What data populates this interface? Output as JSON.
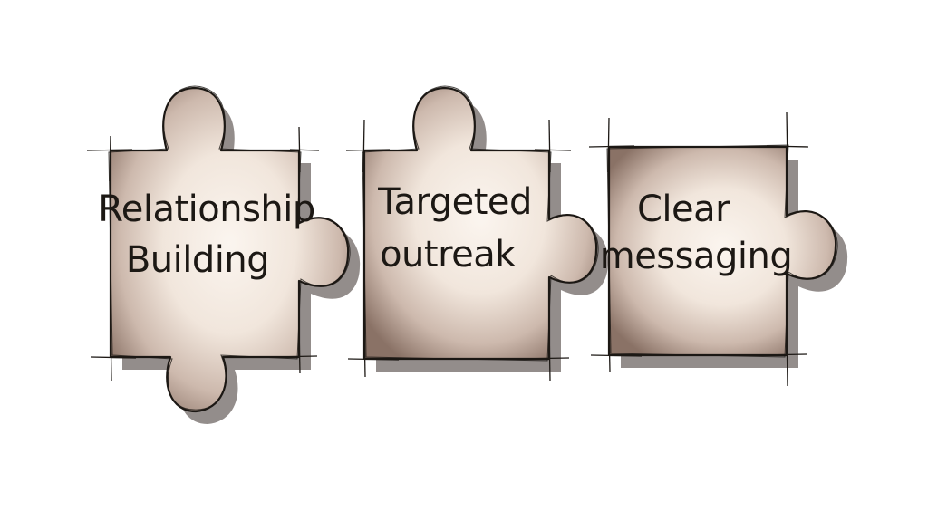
{
  "pieces": [
    {
      "line1": "Relationship",
      "line2": "Building"
    },
    {
      "line1": "Targeted",
      "line2": "outreak"
    },
    {
      "line1": "Clear",
      "line2": "messaging"
    }
  ],
  "colors": {
    "background": "#ffffff",
    "wash_edge": "#8a7266",
    "wash_mid": "#cdb9ad",
    "wash_center": "#f7efe8",
    "ink": "#1c1814"
  }
}
